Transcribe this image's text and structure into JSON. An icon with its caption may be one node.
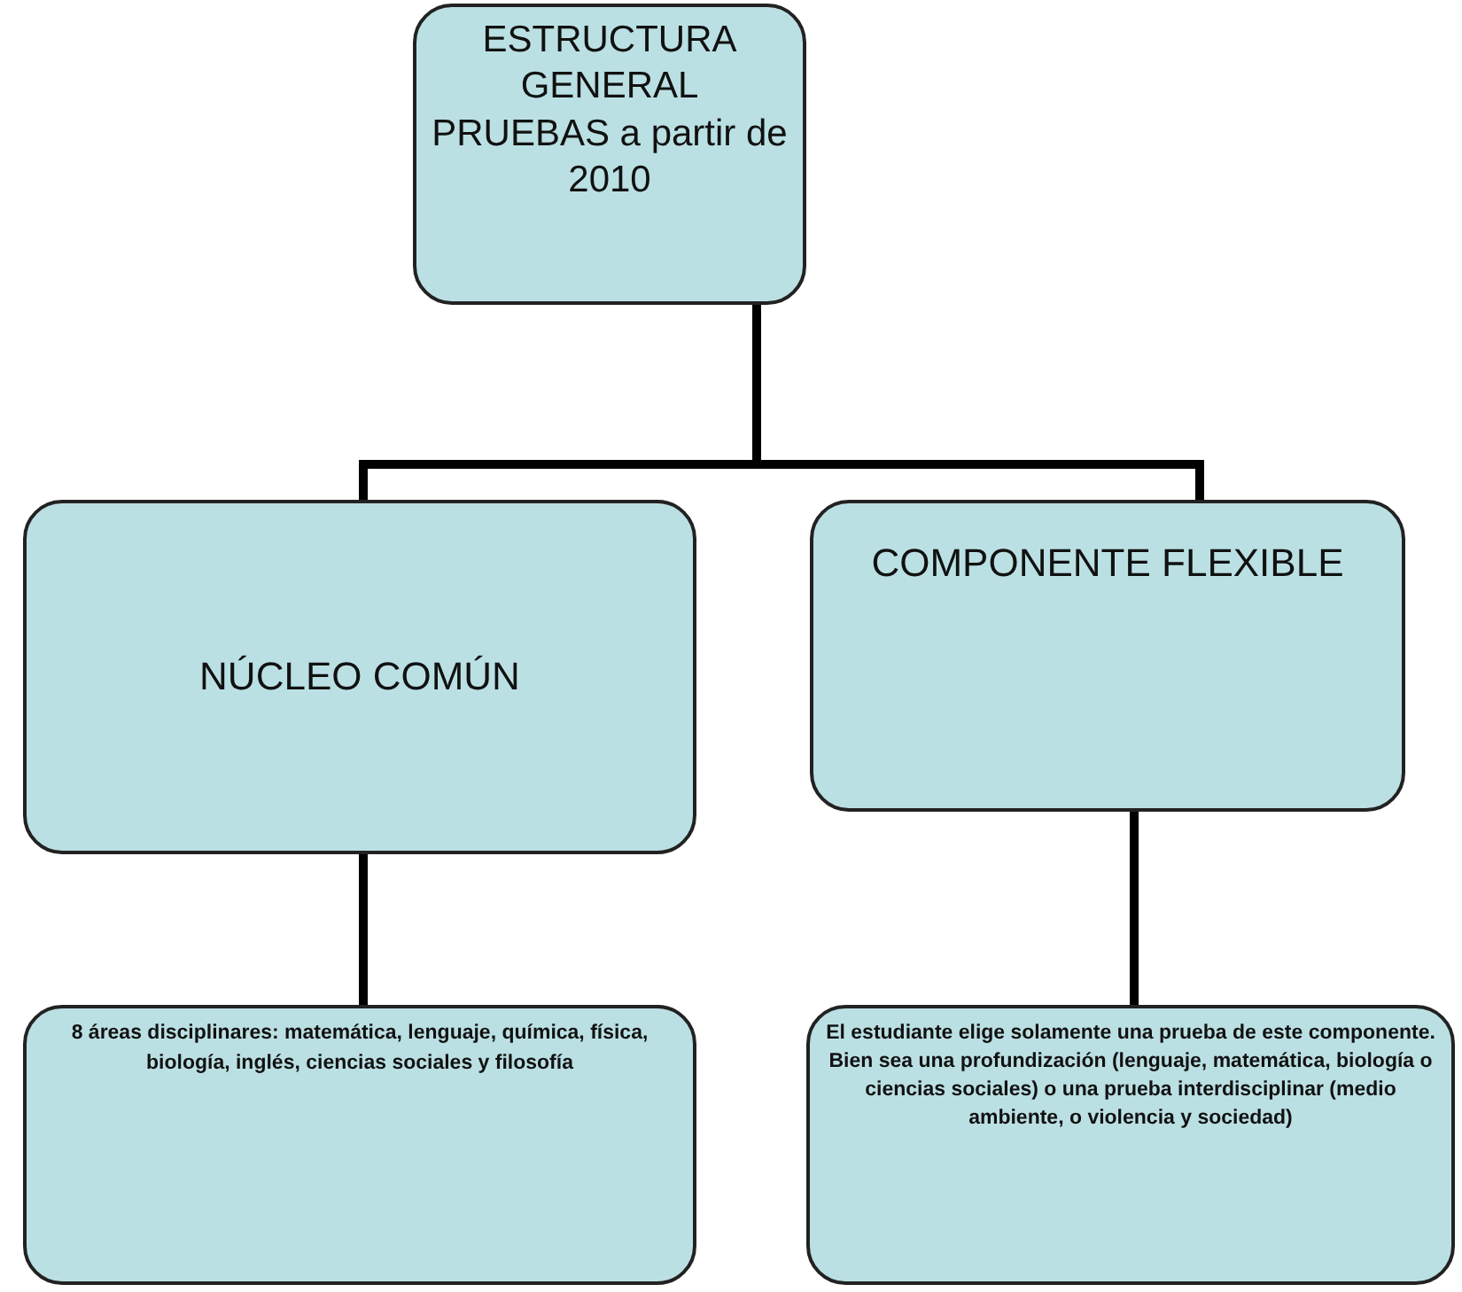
{
  "diagram": {
    "nodes": [
      {
        "text": [
          "ESTRUCTURA GENERAL PRUEBAS a partir de 2010"
        ]
      },
      {
        "text": [
          "NÚCLEO COMÚN"
        ]
      },
      {
        "text": [
          "COMPONENTE FLEXIBLE"
        ]
      },
      {
        "text": [
          "8 áreas disciplinares: matemática, lenguaje, química, física, biología, inglés, ciencias sociales y filosofía"
        ]
      },
      {
        "text": [
          "El estudiante elige solamente una prueba de este componente. Bien sea una profundización (lenguaje, matemática, biología o ciencias sociales) o una prueba interdisciplinar (medio ambiente, o violencia y sociedad)"
        ]
      }
    ],
    "edges": [
      {
        "from": 0,
        "to": 1,
        "arrow": "none"
      },
      {
        "from": 0,
        "to": 2,
        "arrow": "none"
      },
      {
        "from": 1,
        "to": 3,
        "arrow": "none"
      },
      {
        "from": 2,
        "to": 4,
        "arrow": "none"
      }
    ]
  }
}
